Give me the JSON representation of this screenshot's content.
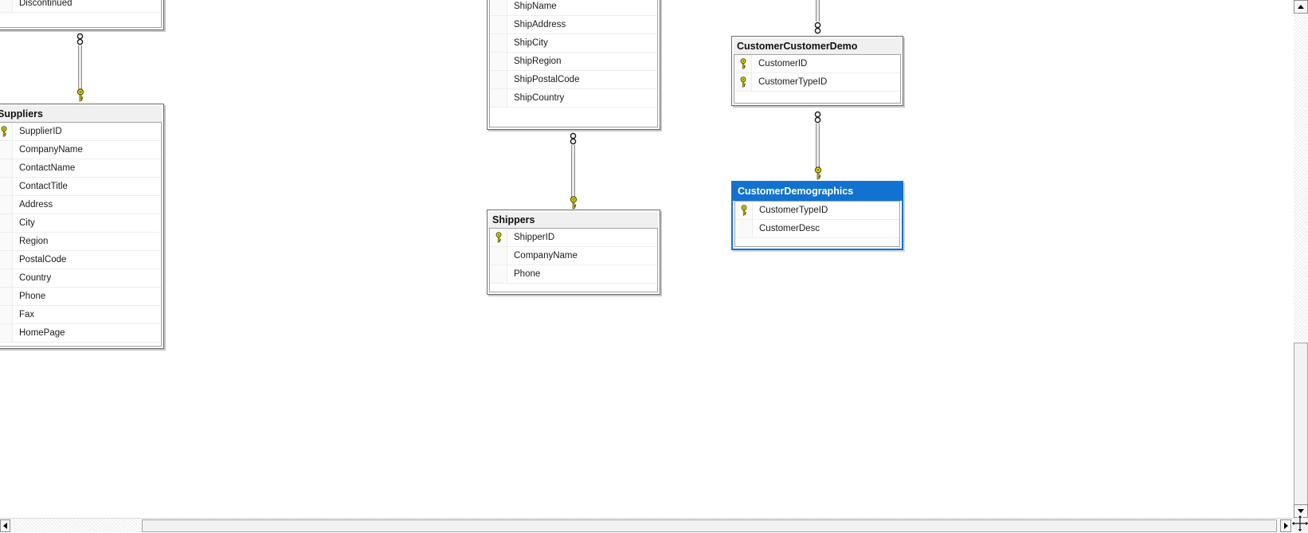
{
  "app": {
    "description": "Database diagram designer canvas showing entity tables and relationships"
  },
  "diagram": {
    "tables": [
      {
        "id": "table-partial-top-left",
        "title": "",
        "partial": true,
        "columns": [
          {
            "name": "Discontinued",
            "key": false
          }
        ]
      },
      {
        "id": "suppliers",
        "title": "Suppliers",
        "partial": false,
        "columns": [
          {
            "name": "SupplierID",
            "key": true
          },
          {
            "name": "CompanyName",
            "key": false
          },
          {
            "name": "ContactName",
            "key": false
          },
          {
            "name": "ContactTitle",
            "key": false
          },
          {
            "name": "Address",
            "key": false
          },
          {
            "name": "City",
            "key": false
          },
          {
            "name": "Region",
            "key": false
          },
          {
            "name": "PostalCode",
            "key": false
          },
          {
            "name": "Country",
            "key": false
          },
          {
            "name": "Phone",
            "key": false
          },
          {
            "name": "Fax",
            "key": false
          },
          {
            "name": "HomePage",
            "key": false
          }
        ]
      },
      {
        "id": "table-partial-top-middle",
        "title": "",
        "partial": true,
        "columns": [
          {
            "name": "ShipName",
            "key": false
          },
          {
            "name": "ShipAddress",
            "key": false
          },
          {
            "name": "ShipCity",
            "key": false
          },
          {
            "name": "ShipRegion",
            "key": false
          },
          {
            "name": "ShipPostalCode",
            "key": false
          },
          {
            "name": "ShipCountry",
            "key": false
          }
        ]
      },
      {
        "id": "shippers",
        "title": "Shippers",
        "partial": false,
        "columns": [
          {
            "name": "ShipperID",
            "key": true
          },
          {
            "name": "CompanyName",
            "key": false
          },
          {
            "name": "Phone",
            "key": false
          }
        ]
      },
      {
        "id": "customer-customer-demo",
        "title": "CustomerCustomerDemo",
        "partial": false,
        "columns": [
          {
            "name": "CustomerID",
            "key": true
          },
          {
            "name": "CustomerTypeID",
            "key": true
          }
        ]
      },
      {
        "id": "customer-demographics",
        "title": "CustomerDemographics",
        "partial": false,
        "selected": true,
        "columns": [
          {
            "name": "CustomerTypeID",
            "key": true
          },
          {
            "name": "CustomerDesc",
            "key": false
          }
        ]
      }
    ],
    "relationships": [
      {
        "from": "table-partial-top-left",
        "to": "suppliers",
        "many_end": "top",
        "one_end": "bottom"
      },
      {
        "from": "table-partial-top-middle",
        "to": "shippers",
        "many_end": "top",
        "one_end": "bottom"
      },
      {
        "from": "off-screen-top",
        "to": "customer-customer-demo",
        "many_end": "bottom"
      },
      {
        "from": "customer-customer-demo",
        "to": "customer-demographics",
        "many_end": "top",
        "one_end": "bottom"
      }
    ],
    "colors": {
      "selected_header": "#1272d1",
      "header_background": "#f0f0f0",
      "table_border": "#6b6b6b",
      "inner_border": "#a3a3a3",
      "key_yellow": "#ffee00",
      "canvas": "#ffffff"
    }
  }
}
